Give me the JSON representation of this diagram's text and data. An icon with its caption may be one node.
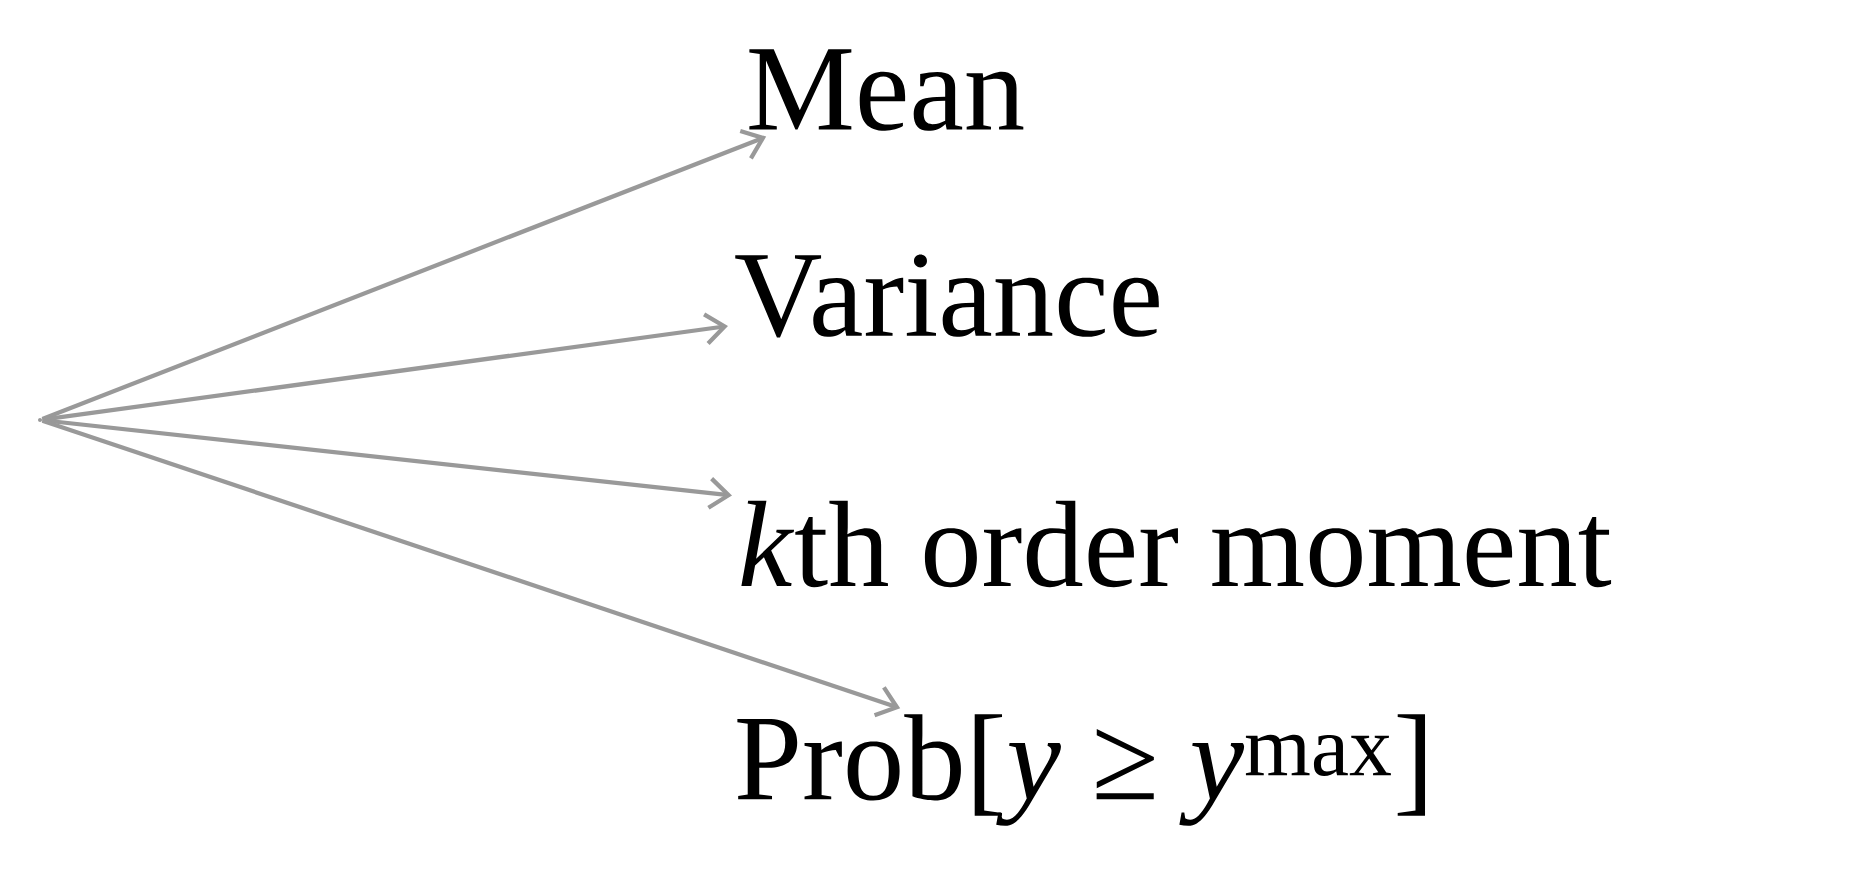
{
  "diagram": {
    "nodes": [
      {
        "text": [],
        "shape": "point"
      },
      {
        "text": [
          "Mean"
        ]
      },
      {
        "text": [
          "Variance"
        ]
      },
      {
        "text": [
          "\\mbox{\\textit{k}th order moment}"
        ]
      },
      {
        "text": [
          "Prob[*y* ≥ *y*$^{max}$]"
        ]
      }
    ],
    "edges": [
      {
        "from": 0,
        "to": 1,
        "arrow": "to"
      },
      {
        "from": 0,
        "to": 2,
        "arrow": "to"
      },
      {
        "from": 0,
        "to": 3,
        "arrow": "to"
      },
      {
        "from": 0,
        "to": 4,
        "arrow": "to"
      }
    ]
  }
}
